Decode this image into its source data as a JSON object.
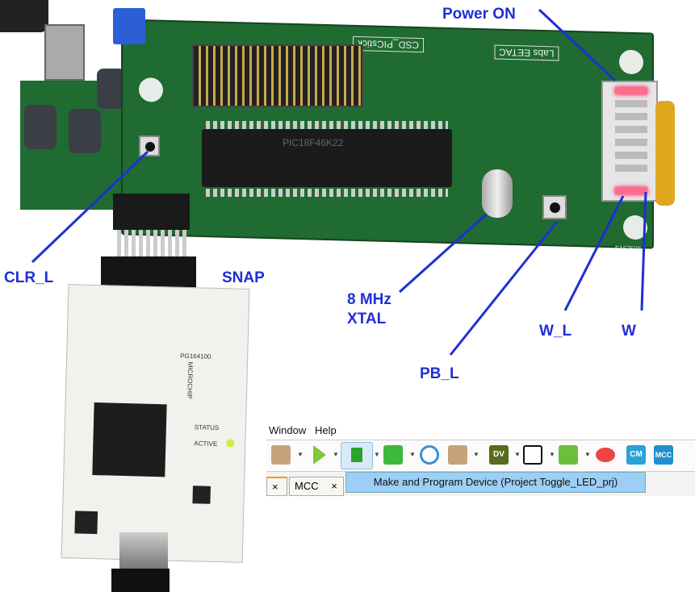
{
  "labels": {
    "power_on": "Power ON",
    "clr_l": "CLR_L",
    "snap": "SNAP",
    "xtal_line1": "8 MHz",
    "xtal_line2": "XTAL",
    "pb_l": "PB_L",
    "w_l": "W_L",
    "w": "W"
  },
  "board_silkscreen": {
    "name": "CSD_PICstick",
    "labs": "Labs EETAC",
    "chip": "PIC18F46K22",
    "serial": "E167598"
  },
  "debugger_silkscreen": {
    "brand": "MICROCHIP",
    "model": "PG164100",
    "status": "STATUS",
    "active": "ACTIVE"
  },
  "ide": {
    "menu": [
      "Window",
      "Help"
    ],
    "toolbar_icons": [
      "project-properties-icon",
      "run-icon",
      "make-and-program-icon",
      "read-device-icon",
      "reset-icon",
      "debug-run-icon",
      "data-visualizer-icon",
      "log-icon",
      "cart-icon",
      "harmony-icon",
      "cm-icon",
      "mcc-icon"
    ],
    "tabs": [
      "",
      "MCC"
    ],
    "tooltip": "Make and Program Device (Project Toggle_LED_prj)"
  },
  "colors": {
    "annotation": "#1f2fd6",
    "pcb": "#1f6b32",
    "tooltip": "#9ccff5"
  }
}
